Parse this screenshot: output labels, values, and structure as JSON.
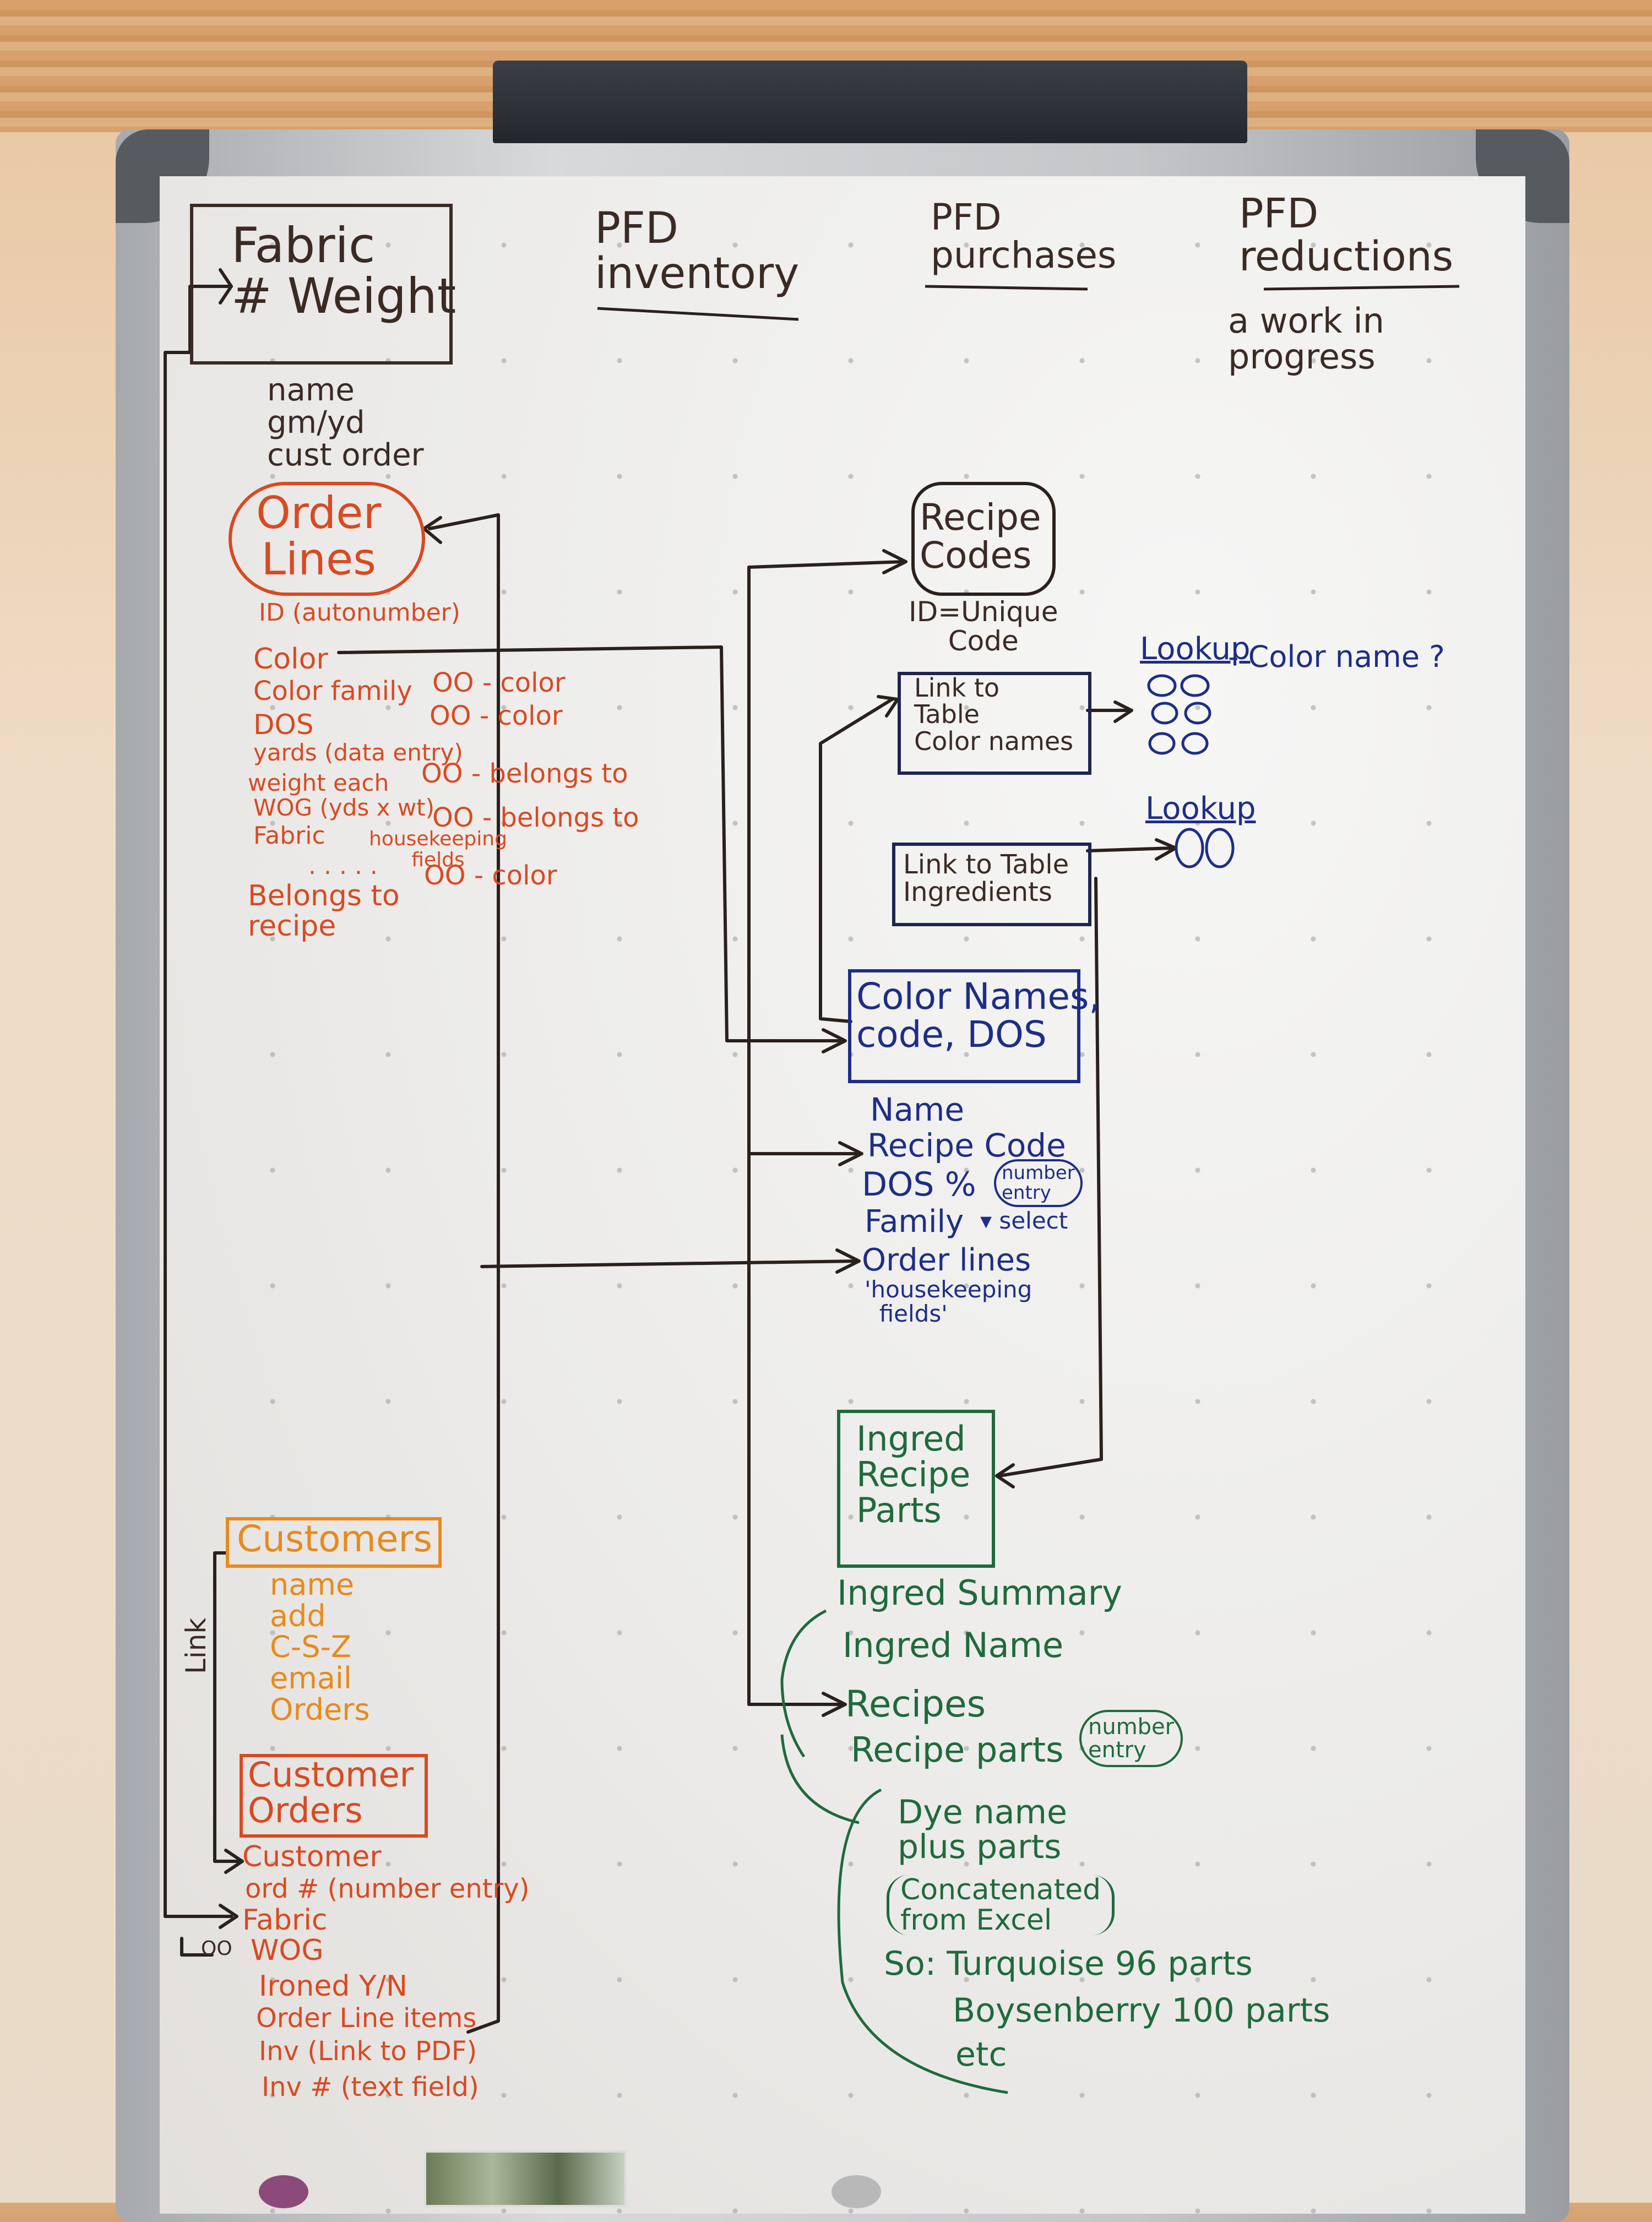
{
  "headers": {
    "inventory": "PFD\ninventory",
    "purchases": "PFD\npurchases",
    "reductions": "PFD\nreductions",
    "wip": "a work in\nprogress"
  },
  "fabric": {
    "title": "Fabric\n# Weight",
    "fields": "name\ngm/yd\ncust order"
  },
  "order_lines": {
    "title": "Order\nLines",
    "id": "ID (autonumber)",
    "fields": [
      "Color",
      "Color family",
      "DOS",
      "yards (data entry)",
      "weight each",
      "WOG (yds x wt)",
      "Fabric",
      ". . . . .",
      "Belongs to\nrecipe"
    ],
    "housekeeping": "housekeeping\nfields",
    "relations": [
      "OO - color",
      "OO - color",
      "OO - belongs to",
      "OO - belongs to",
      "OO - color"
    ]
  },
  "recipe_codes": {
    "title": "Recipe\nCodes",
    "id": "ID=Unique\nCode"
  },
  "link_color": {
    "title": "Link to\nTable\nColor names",
    "lookup": "Lookup",
    "note": "- Color name ?"
  },
  "link_ingredients": {
    "title": "Link to Table\nIngredients",
    "lookup": "Lookup"
  },
  "color_names": {
    "title": "Color Names,\ncode, DOS",
    "fields": [
      "Name",
      "Recipe Code",
      "DOS %",
      "Family",
      "Order lines",
      "'housekeeping\n  fields'"
    ],
    "dos_note": "number\nentry",
    "family_note": "▾ select"
  },
  "ingred": {
    "title": "Ingred\nRecipe\nParts",
    "fields": [
      "Ingred Summary",
      "Ingred Name",
      "Recipes",
      "Recipe parts"
    ],
    "parts_note": "number\nentry",
    "dye": "Dye name\nplus parts",
    "concat": "Concatenated\nfrom Excel",
    "example1": "So: Turquoise 96 parts",
    "example2": "Boysenberry 100 parts",
    "etc": "etc"
  },
  "customers": {
    "title": "Customers",
    "fields": "name\nadd\nC-S-Z\nemail\nOrders"
  },
  "customer_orders": {
    "title": "Customer\nOrders",
    "link": "Link",
    "fields": [
      "Customer",
      "ord # (number entry)",
      "Fabric",
      "WOG",
      "Ironed Y/N",
      "Order Line items",
      "Inv (Link to PDF)",
      "Inv # (text field)"
    ],
    "oo": "OO"
  },
  "colors": {
    "dark": "#3b2a24",
    "red": "#d84a22",
    "orange": "#e78a1d",
    "blue": "#1e2e86",
    "green": "#1f6a3c"
  }
}
